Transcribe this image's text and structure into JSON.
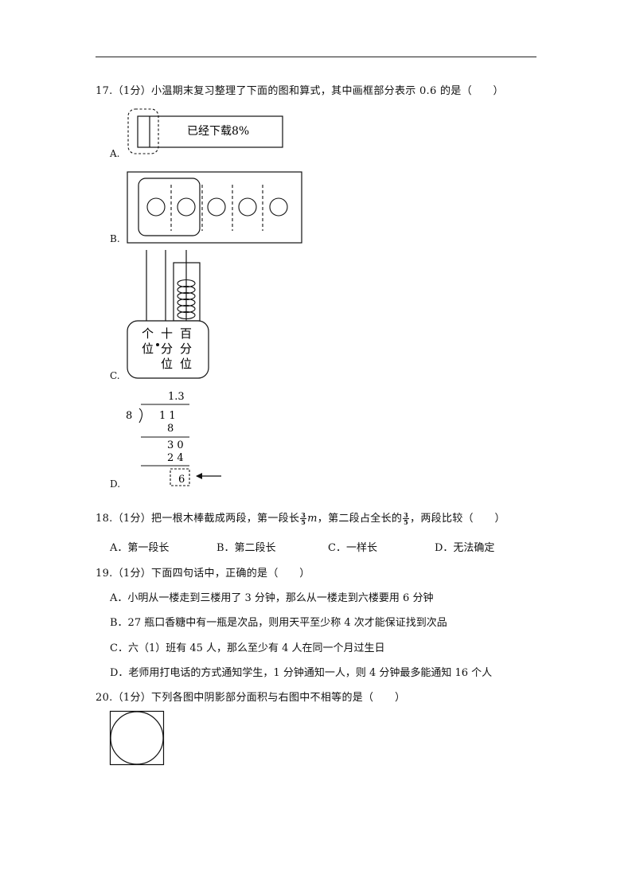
{
  "q17": {
    "text": "17.（1分）小温期末复习整理了下面的图和算式，其中画框部分表示 0.6 的是（　　）",
    "optA": {
      "label": "A.",
      "bar_text": "已经下载8%"
    },
    "optB": {
      "label": "B."
    },
    "optC": {
      "label": "C.",
      "place_ones": "个",
      "place_ones2": "位",
      "place_tenths1": "十",
      "place_tenths2": "分",
      "place_tenths3": "位",
      "place_hund1": "百",
      "place_hund2": "分",
      "place_hund3": "位"
    },
    "optD": {
      "label": "D.",
      "quotient": "1.3",
      "divisor": "8",
      "dividend": "1 1",
      "step1": "8",
      "step2": "3 0",
      "step3": "2 4",
      "remainder": "6"
    }
  },
  "q18": {
    "text_a": "18.（1分）把一根木棒截成两段，第一段长",
    "frac_num": "3",
    "frac_den": "5",
    "unit": "m",
    "text_b": "，第二段占全长的",
    "text_c": "，两段比较（　　）",
    "options": [
      "A．第一段长",
      "B．第二段长",
      "C．一样长",
      "D．无法确定"
    ]
  },
  "q19": {
    "text": "19.（1分）下面四句话中，正确的是（　　）",
    "options": [
      "A．小明从一楼走到三楼用了 3 分钟，那么从一楼走到六楼要用 6 分钟",
      "B．27 瓶口香糖中有一瓶是次品，则用天平至少称 4 次才能保证找到次品",
      "C．六（1）班有 45 人，那么至少有 4 人在同一个月过生日",
      "D．老师用打电话的方式通知学生，1 分钟通知一人，则 4 分钟最多能通知 16 个人"
    ]
  },
  "q20": {
    "text": "20.（1分）下列各图中阴影部分面积与右图中不相等的是（　　）"
  }
}
